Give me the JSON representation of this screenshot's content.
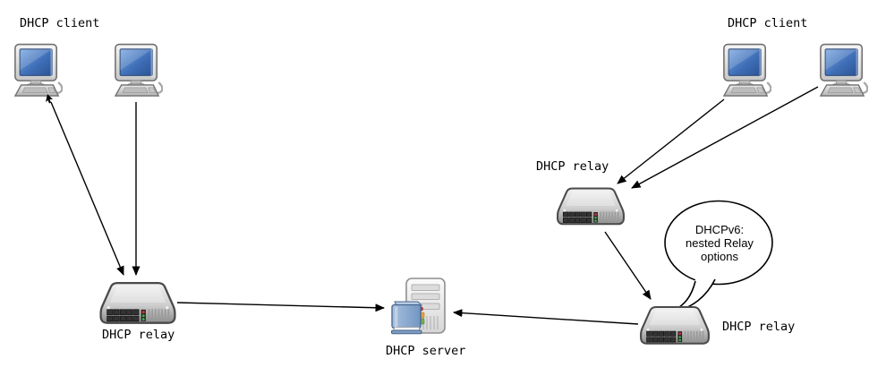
{
  "labels": {
    "client_left": "DHCP client",
    "client_right": "DHCP client",
    "relay_left": "DHCP relay",
    "relay_mid": "DHCP relay",
    "relay_right": "DHCP relay",
    "server": "DHCP server"
  },
  "callout": {
    "line1": "DHCPv6:",
    "line2": "nested Relay",
    "line3": "options"
  },
  "icons": {
    "client": "desktop-computer-icon",
    "relay": "network-switch-icon",
    "server": "server-tower-with-book-icon",
    "callout": "speech-bubble"
  },
  "colors": {
    "background": "#ffffff",
    "line": "#000000",
    "screen_blue": "#3f6fb8",
    "led_red": "#cc3333",
    "led_green": "#3fae49",
    "bubble_fill": "#ffffff",
    "bubble_stroke": "#000000"
  },
  "connections": [
    {
      "from": "dhcp-client-left-1",
      "to": "dhcp-relay-left",
      "arrow": "to"
    },
    {
      "from": "dhcp-client-left-2",
      "to": "dhcp-relay-left",
      "arrow": "to"
    },
    {
      "from": "dhcp-relay-left",
      "to": "dhcp-server",
      "arrow": "to"
    },
    {
      "from": "dhcp-client-right-1",
      "to": "dhcp-relay-mid",
      "arrow": "to"
    },
    {
      "from": "dhcp-client-right-2",
      "to": "dhcp-relay-mid",
      "arrow": "to"
    },
    {
      "from": "dhcp-relay-mid",
      "to": "dhcp-relay-right",
      "arrow": "to"
    },
    {
      "from": "dhcp-relay-right",
      "to": "dhcp-server",
      "arrow": "to"
    }
  ]
}
